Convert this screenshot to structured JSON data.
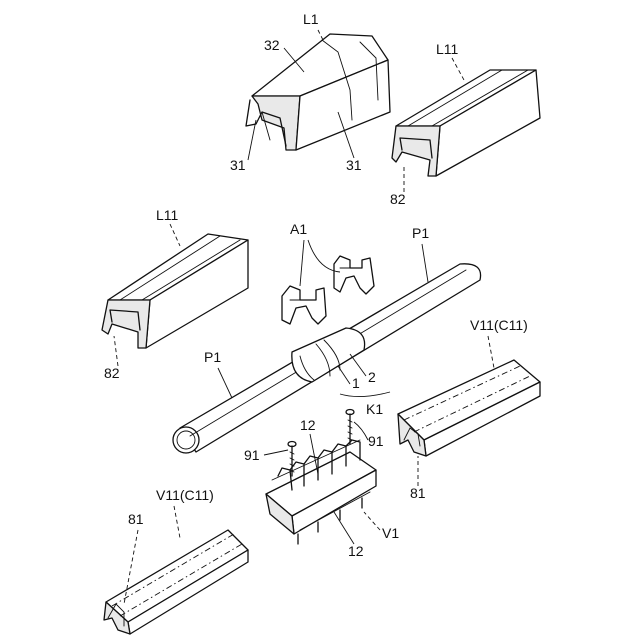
{
  "labels": {
    "L1": "L1",
    "ref32": "32",
    "ref31_left": "31",
    "ref31_right": "31",
    "L11_top": "L11",
    "ref82_top": "82",
    "L11_mid": "L11",
    "ref82_mid": "82",
    "A1": "A1",
    "P1_top": "P1",
    "P1_left": "P1",
    "ref1": "1",
    "ref2": "2",
    "K1": "K1",
    "ref12_top": "12",
    "ref91_left": "91",
    "ref91_right": "91",
    "V11C11_right": "V11(C11)",
    "ref81_right": "81",
    "V11C11_left": "V11(C11)",
    "ref81_left": "81",
    "ref12_bottom": "12",
    "V1": "V1"
  }
}
